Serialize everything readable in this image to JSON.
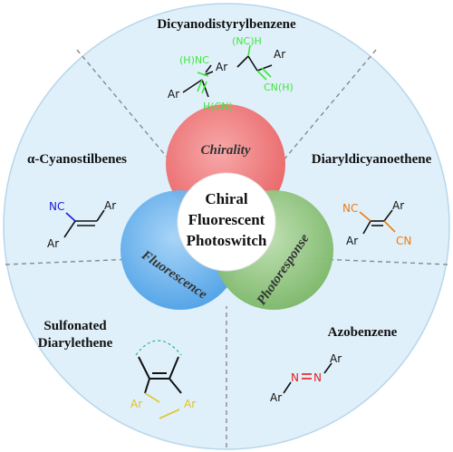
{
  "center": {
    "line1": "Chiral",
    "line2": "Fluorescent",
    "line3": "Photoswitch"
  },
  "venn": {
    "chirality": "Chirality",
    "fluorescence": "Fluorescence",
    "photoresponse": "Photoresponse"
  },
  "sections": {
    "top": "Dicyanodistyrylbenzene",
    "upper_left": "α-Cyanostilbenes",
    "upper_right": "Diaryldicyanoethene",
    "lower_left_line1": "Sulfonated",
    "lower_left_line2": "Diarylethene",
    "lower_right": "Azobenzene"
  },
  "structures": {
    "dicyanodistyrylbenzene": {
      "hnc": "(H)NC",
      "nch": "(NC)H",
      "ar_center": "Ar",
      "ar_left": "Ar",
      "ar_right": "Ar",
      "cnh": "CN(H)",
      "hcn": "H(CN)"
    },
    "cyanostilbene": {
      "nc": "NC",
      "ar_top": "Ar",
      "ar_bottom": "Ar"
    },
    "dicyanoethene": {
      "nc": "NC",
      "ar_top": "Ar",
      "ar_left": "Ar",
      "cn": "CN"
    },
    "diarylethene": {
      "ar_left": "Ar",
      "ar_right": "Ar"
    },
    "azobenzene": {
      "n1": "N",
      "n2": "N",
      "ar_top": "Ar",
      "ar_bottom": "Ar"
    }
  },
  "colors": {
    "outer_fill": "#dff0fa",
    "outer_stroke": "#b8d6ea",
    "chirality": "#f07c7e",
    "fluorescence": "#6cb4ec",
    "photoresponse": "#8fc47f",
    "green_label": "#3ee83a",
    "blue_label": "#1a1ad8",
    "orange_label": "#f07a10",
    "red_label": "#e51e1e",
    "yellow_label": "#e3c21a"
  }
}
